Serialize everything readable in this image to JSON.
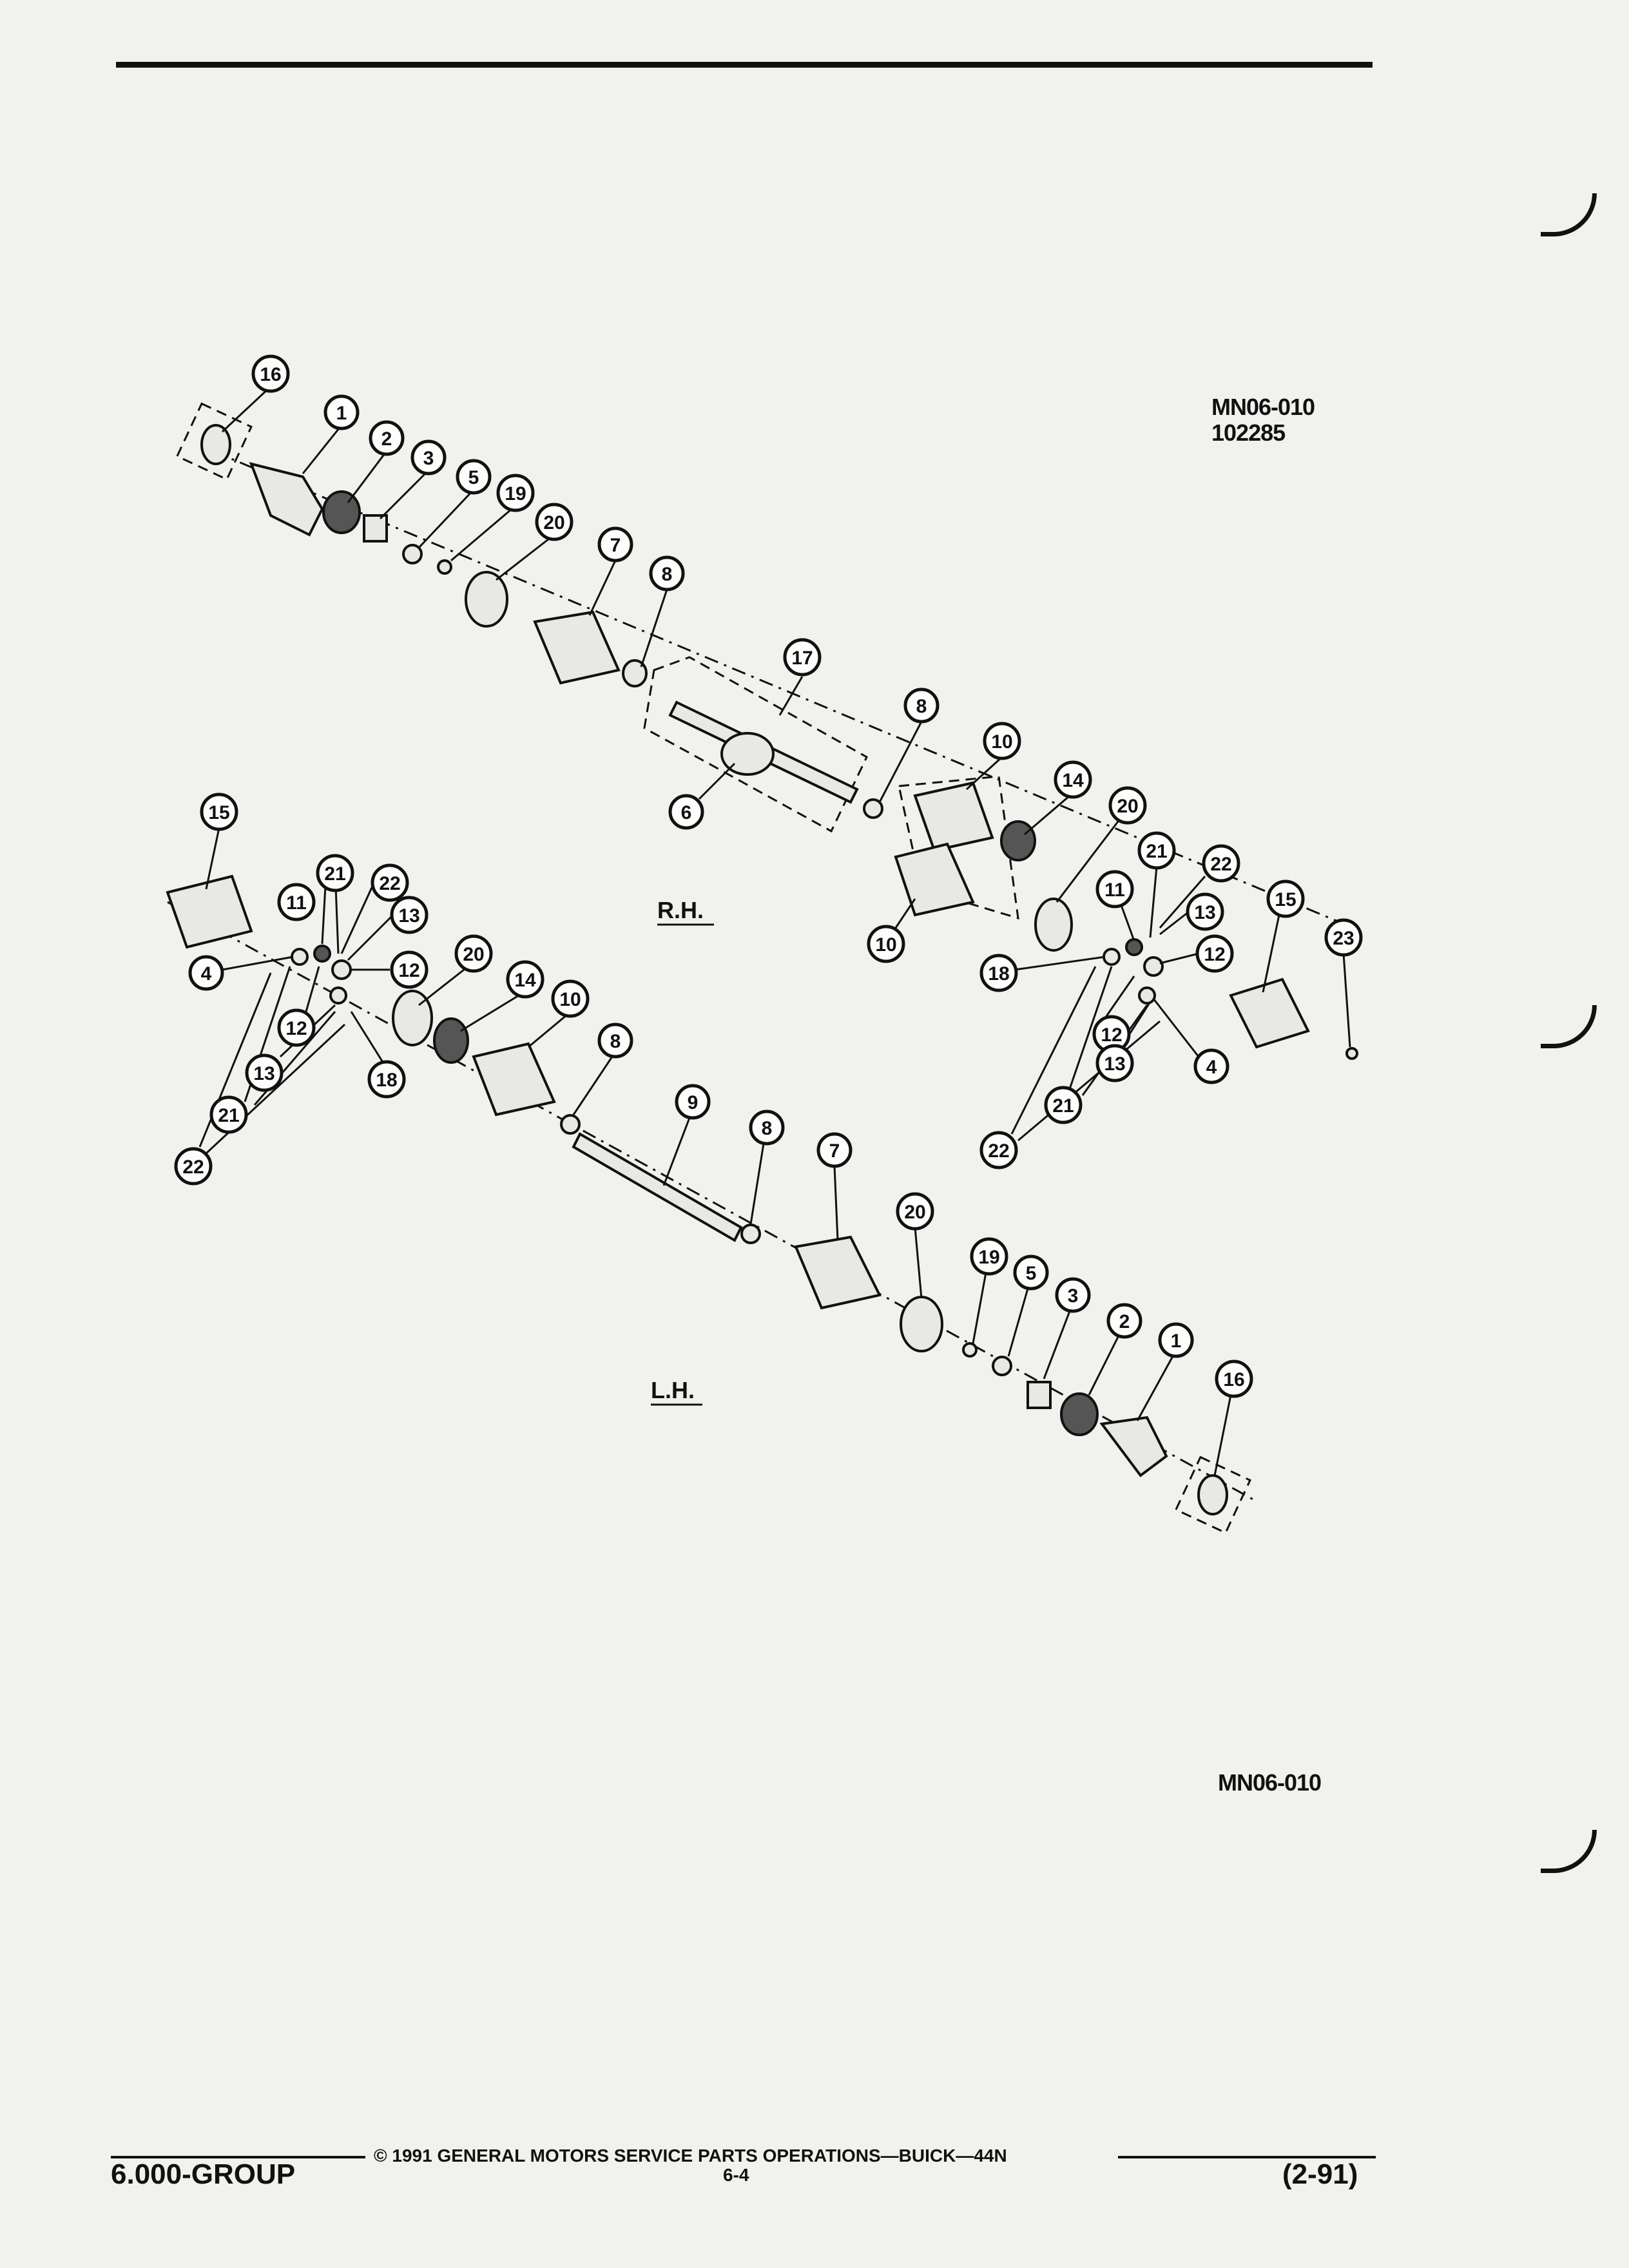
{
  "header": {
    "ref_code_line1": "MN06-010",
    "ref_code_line2": "102285"
  },
  "figure_code": "MN06-010",
  "labels": {
    "rh": "R.H.",
    "lh": "L.H."
  },
  "callouts": {
    "c1": "1",
    "c2": "2",
    "c3": "3",
    "c4": "4",
    "c5": "5",
    "c6": "6",
    "c7": "7",
    "c8": "8",
    "c9": "9",
    "c10": "10",
    "c11": "11",
    "c12": "12",
    "c13": "13",
    "c14": "14",
    "c15": "15",
    "c16": "16",
    "c17": "17",
    "c18": "18",
    "c19": "19",
    "c20": "20",
    "c21": "21",
    "c22": "22",
    "c23": "23"
  },
  "footer": {
    "group": "6.000-GROUP",
    "copyright": "© 1991 GENERAL MOTORS SERVICE PARTS OPERATIONS—BUICK—44N",
    "page": "6-4",
    "date": "(2-91)"
  }
}
